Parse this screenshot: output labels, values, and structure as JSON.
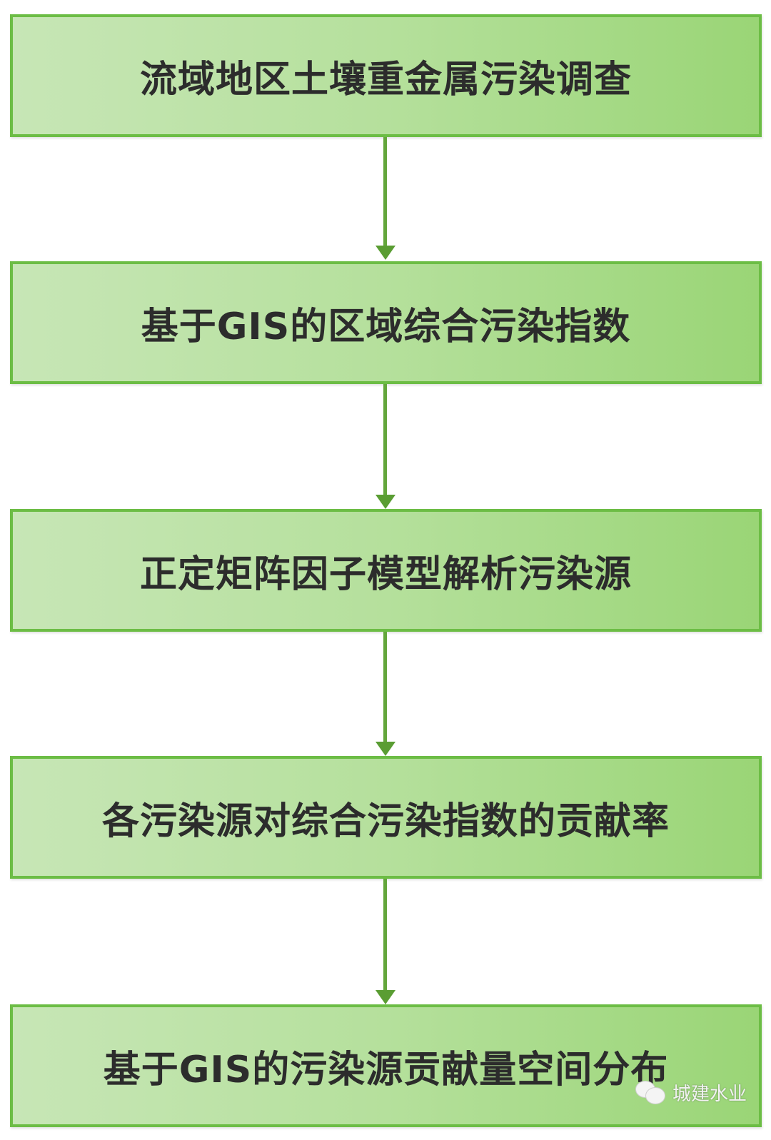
{
  "flowchart": {
    "steps": [
      {
        "label": "流域地区土壤重金属污染调查"
      },
      {
        "label": "基于GIS的区域综合污染指数"
      },
      {
        "label": "正定矩阵因子模型解析污染源"
      },
      {
        "label": "各污染源对综合污染指数的贡献率"
      },
      {
        "label": "基于GIS的污染源贡献量空间分布"
      }
    ],
    "colors": {
      "box_border": "#6cbd45",
      "box_fill_left": "#c7e6b6",
      "box_fill_right": "#9ad576",
      "arrow": "#63a63b",
      "text": "#2c2c2c"
    }
  },
  "watermark": {
    "icon": "wechat-icon",
    "text": "城建水业"
  }
}
